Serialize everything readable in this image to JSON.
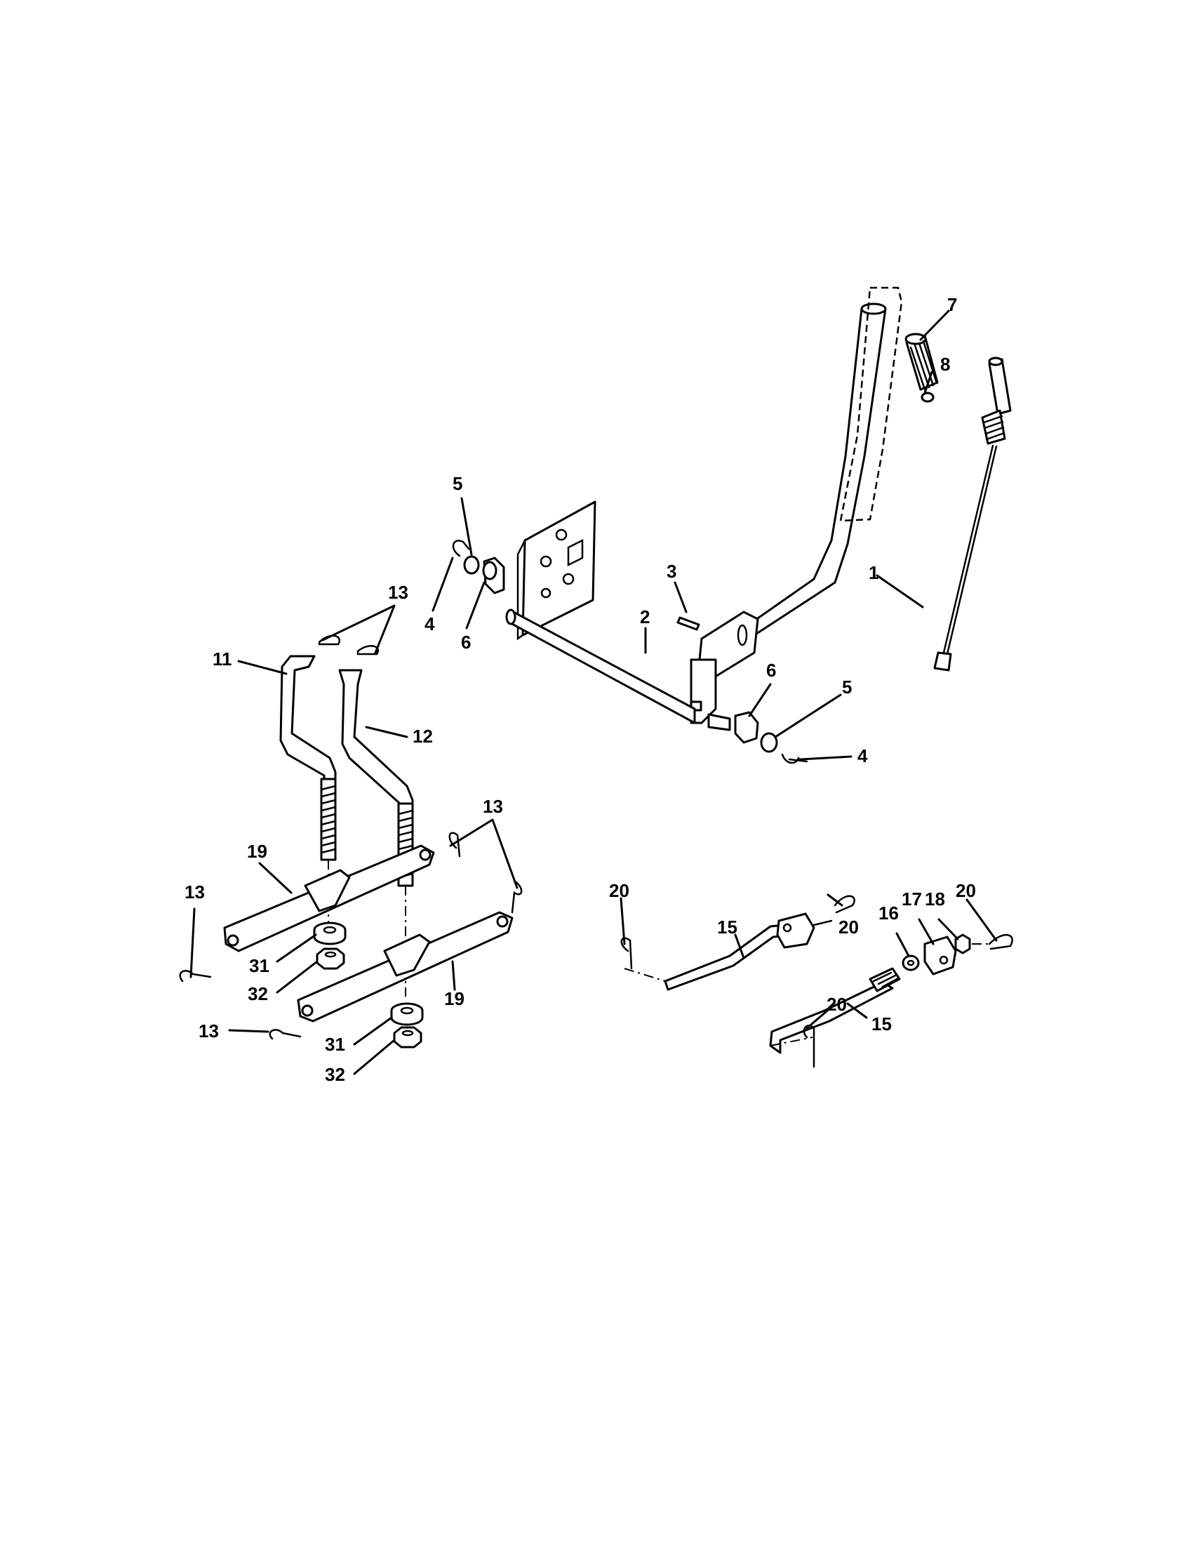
{
  "diagram": {
    "callouts": [
      {
        "id": "c1",
        "text": "1"
      },
      {
        "id": "c2",
        "text": "2"
      },
      {
        "id": "c3",
        "text": "3"
      },
      {
        "id": "c4a",
        "text": "4"
      },
      {
        "id": "c4b",
        "text": "4"
      },
      {
        "id": "c5a",
        "text": "5"
      },
      {
        "id": "c5b",
        "text": "5"
      },
      {
        "id": "c6a",
        "text": "6"
      },
      {
        "id": "c6b",
        "text": "6"
      },
      {
        "id": "c7",
        "text": "7"
      },
      {
        "id": "c8",
        "text": "8"
      },
      {
        "id": "c11",
        "text": "11"
      },
      {
        "id": "c12",
        "text": "12"
      },
      {
        "id": "c13a",
        "text": "13"
      },
      {
        "id": "c13b",
        "text": "13"
      },
      {
        "id": "c13c",
        "text": "13"
      },
      {
        "id": "c13d",
        "text": "13"
      },
      {
        "id": "c15a",
        "text": "15"
      },
      {
        "id": "c15b",
        "text": "15"
      },
      {
        "id": "c16",
        "text": "16"
      },
      {
        "id": "c17",
        "text": "17"
      },
      {
        "id": "c18",
        "text": "18"
      },
      {
        "id": "c19a",
        "text": "19"
      },
      {
        "id": "c19b",
        "text": "19"
      },
      {
        "id": "c20a",
        "text": "20"
      },
      {
        "id": "c20b",
        "text": "20"
      },
      {
        "id": "c20c",
        "text": "20"
      },
      {
        "id": "c20d",
        "text": "20"
      },
      {
        "id": "c31a",
        "text": "31"
      },
      {
        "id": "c31b",
        "text": "31"
      },
      {
        "id": "c32a",
        "text": "32"
      },
      {
        "id": "c32b",
        "text": "32"
      }
    ]
  }
}
